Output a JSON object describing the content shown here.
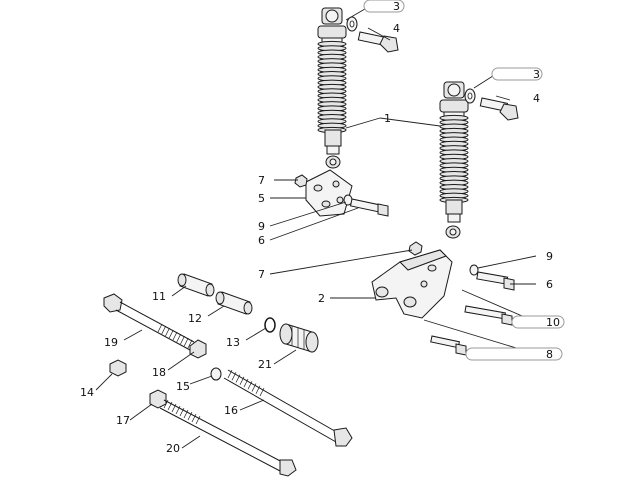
{
  "callouts": [
    {
      "id": "c3a",
      "text": "3"
    },
    {
      "id": "c4a",
      "text": "4"
    },
    {
      "id": "c3b",
      "text": "3"
    },
    {
      "id": "c4b",
      "text": "4"
    },
    {
      "id": "c1",
      "text": "1"
    },
    {
      "id": "c7a",
      "text": "7"
    },
    {
      "id": "c5",
      "text": "5"
    },
    {
      "id": "c9a",
      "text": "9"
    },
    {
      "id": "c6a",
      "text": "6"
    },
    {
      "id": "c9b",
      "text": "9"
    },
    {
      "id": "c7b",
      "text": "7"
    },
    {
      "id": "c6b",
      "text": "6"
    },
    {
      "id": "c2",
      "text": "2"
    },
    {
      "id": "c10",
      "text": "10"
    },
    {
      "id": "c8",
      "text": "8"
    },
    {
      "id": "c11",
      "text": "11"
    },
    {
      "id": "c12",
      "text": "12"
    },
    {
      "id": "c13",
      "text": "13"
    },
    {
      "id": "c19",
      "text": "19"
    },
    {
      "id": "c21",
      "text": "21"
    },
    {
      "id": "c18",
      "text": "18"
    },
    {
      "id": "c14",
      "text": "14"
    },
    {
      "id": "c15",
      "text": "15"
    },
    {
      "id": "c16",
      "text": "16"
    },
    {
      "id": "c17",
      "text": "17"
    },
    {
      "id": "c20",
      "text": "20"
    }
  ]
}
